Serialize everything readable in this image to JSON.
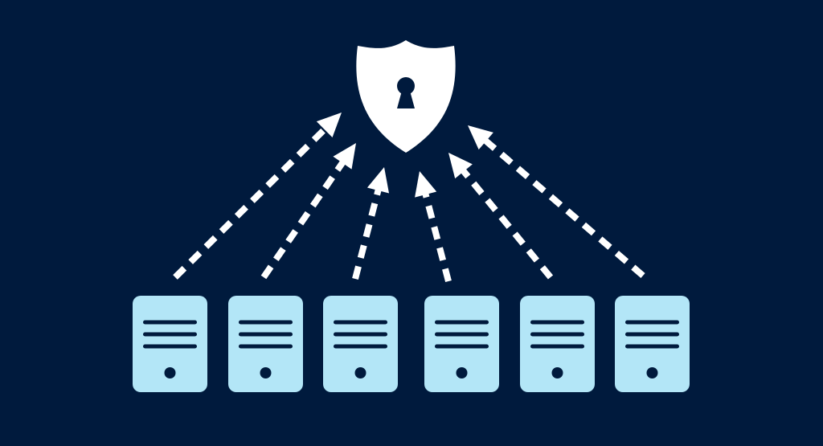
{
  "colors": {
    "background": "#001a3d",
    "shield": "#ffffff",
    "keyhole": "#001a3d",
    "arrow": "#ffffff",
    "server_body": "#b3e6f7",
    "server_detail": "#001a3d"
  },
  "icons": {
    "shield": "shield-lock-icon",
    "keyhole": "keyhole-icon",
    "server": "server-icon",
    "arrow": "dashed-arrow"
  },
  "servers": [
    {
      "name": "server-1"
    },
    {
      "name": "server-2"
    },
    {
      "name": "server-3"
    },
    {
      "name": "server-4"
    },
    {
      "name": "server-5"
    },
    {
      "name": "server-6"
    }
  ],
  "arrows": [
    {
      "from": "server-1",
      "to": "shield"
    },
    {
      "from": "server-2",
      "to": "shield"
    },
    {
      "from": "server-3",
      "to": "shield"
    },
    {
      "from": "server-4",
      "to": "shield"
    },
    {
      "from": "server-5",
      "to": "shield"
    },
    {
      "from": "server-6",
      "to": "shield"
    }
  ]
}
